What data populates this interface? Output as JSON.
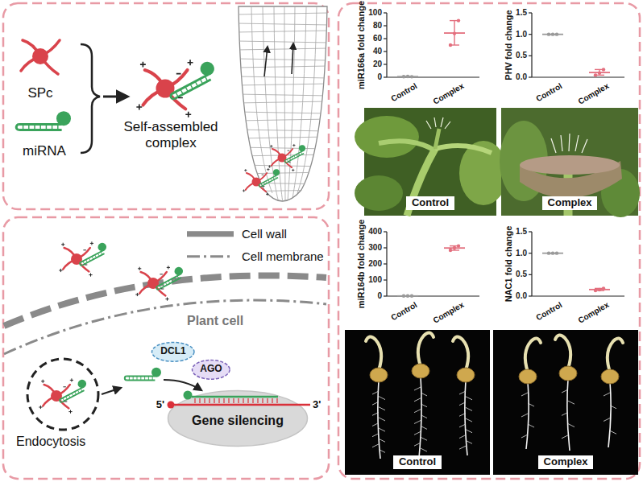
{
  "diagram": {
    "nodes": [
      {
        "text": [
          "DCL1"
        ]
      },
      {
        "text": [
          "AGO"
        ]
      },
      {
        "text": [
          "Gene silencing"
        ]
      },
      {
        "text": [
          "Control"
        ]
      },
      {
        "text": [
          "Complex"
        ]
      },
      {
        "text": [
          "Control"
        ]
      },
      {
        "text": [
          "Complex"
        ]
      }
    ],
    "labels": [
      "SPc",
      "miRNA",
      "Self-assembled complex",
      "Plant cell",
      "Endocytosis",
      "5'",
      "3'",
      "miR166a fold change",
      "0",
      "20",
      "40",
      "60",
      "80",
      "100",
      "Control",
      "Complex",
      "PHV fold change",
      "0.0",
      "0.5",
      "1.0",
      "1.5",
      "Control",
      "Complex",
      "miR164b fold change",
      "0",
      "100",
      "200",
      "300",
      "400",
      "Control",
      "Complex",
      "NAC1 fold change",
      "0.0",
      "0.5",
      "1.0",
      "1.5",
      "Control",
      "Complex"
    ],
    "legend": [
      {
        "text": "Cell wall"
      },
      {
        "text": "Cell membrane"
      }
    ]
  }
}
